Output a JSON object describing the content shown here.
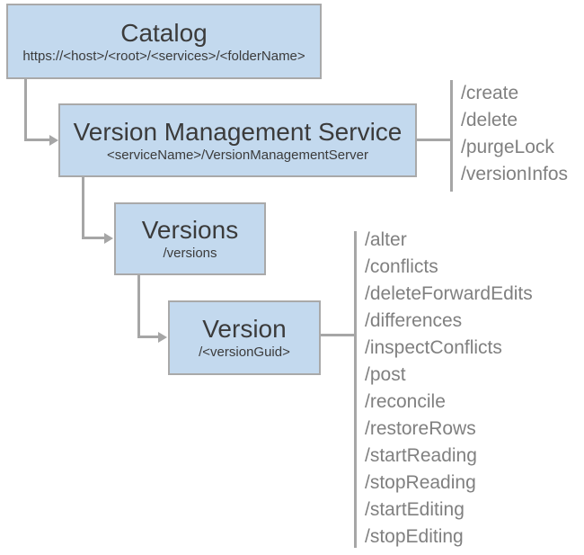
{
  "nodes": {
    "catalog": {
      "title": "Catalog",
      "subtitle": "https://<host>/<root>/<services>/<folderName>"
    },
    "vms": {
      "title": "Version Management Service",
      "subtitle": "<serviceName>/VersionManagementServer"
    },
    "versions": {
      "title": "Versions",
      "subtitle": "/versions"
    },
    "version": {
      "title": "Version",
      "subtitle": "/<versionGuid>"
    }
  },
  "operations": {
    "vms": [
      "/create",
      "/delete",
      "/purgeLock",
      "/versionInfos"
    ],
    "version": [
      "/alter",
      "/conflicts",
      "/deleteForwardEdits",
      "/differences",
      "/inspectConflicts",
      "/post",
      "/reconcile",
      "/restoreRows",
      "/startReading",
      "/stopReading",
      "/startEditing",
      "/stopEditing"
    ]
  },
  "colors": {
    "node_fill": "#c3d9ee",
    "node_border": "#a9a9a9",
    "connector": "#a6a6a6",
    "title_text": "#3b3b3b",
    "operation_text": "#808080"
  }
}
